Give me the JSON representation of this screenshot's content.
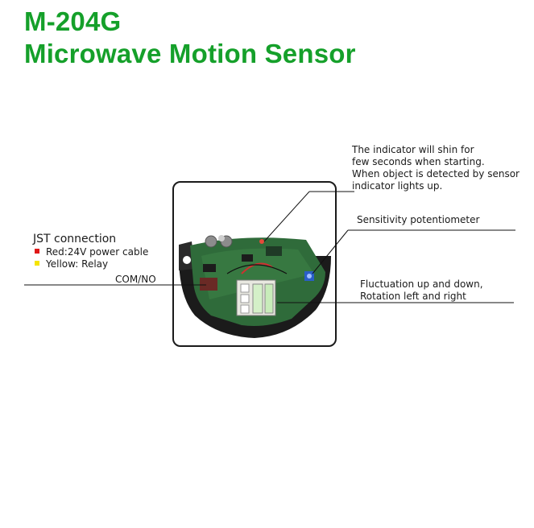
{
  "header": {
    "model": "M-204G",
    "product": "Microwave Motion Sensor"
  },
  "callouts": {
    "indicator": [
      "The indicator will shin for",
      "few seconds when starting.",
      "When object is detected by sensor",
      "indicator lights up."
    ],
    "sensitivity": "Sensitivity potentiometer",
    "fluctuation": [
      "Fluctuation up and down,",
      "Rotation left and right"
    ],
    "jst": {
      "title": "JST connection",
      "items": [
        {
          "label": "Red:24V power cable",
          "color": "#e01818"
        },
        {
          "label": "Yellow: Relay",
          "color": "#f5e400"
        }
      ]
    },
    "com": "COM/NO"
  },
  "colors": {
    "title_green": "#15a02a",
    "pcb_green": "#2f6b3a",
    "housing": "#1b1b1b"
  }
}
